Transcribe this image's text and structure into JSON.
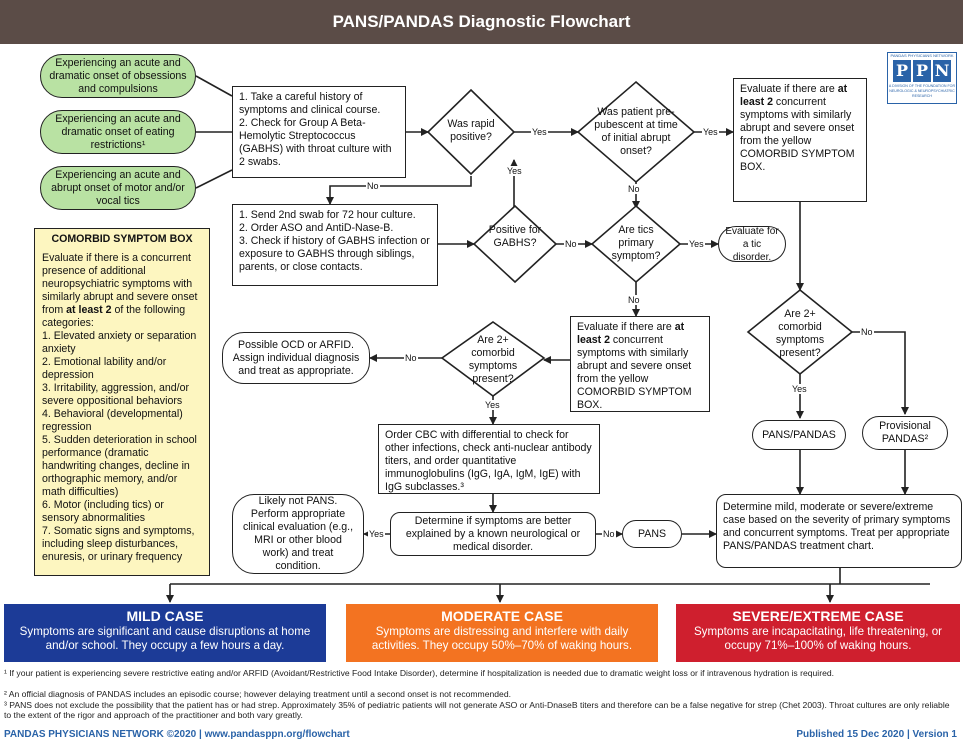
{
  "title": "PANS/PANDAS Diagnostic Flowchart",
  "logo": {
    "top_text": "PANDAS PHYSICIANS NETWORK",
    "letters": [
      "P",
      "P",
      "N"
    ],
    "sub_text": "A DIVISION OF THE FOUNDATION FOR NEUROLOGIC & NEUROPSYCHIATRIC RESEARCH"
  },
  "onset": {
    "ocd": "Experiencing an acute and dramatic onset of obsessions and compulsions",
    "eating": "Experiencing an acute and dramatic onset of eating restrictions¹",
    "tics": "Experiencing an acute and abrupt onset of motor and/or vocal tics"
  },
  "history_box": "1. Take a careful history of symptoms and clinical course.\n2. Check for Group A Beta-Hemolytic Streptococcus (GABHS) with throat culture with 2 swabs.",
  "rapid_positive": "Was rapid positive?",
  "prepubescent": "Was patient pre-pubescent at time of initial abrupt onset?",
  "evaluate_top": {
    "pre": "Evaluate if there are ",
    "bold": "at least 2",
    "post": " concurrent symptoms with similarly abrupt and severe onset from the yellow COMORBID SYMPTOM BOX."
  },
  "second_swab": "1. Send 2nd swab for 72 hour culture.\n2. Order ASO and AntiD-Nase-B.\n3. Check if history of GABHS infection or exposure to GABHS through siblings, parents, or close contacts.",
  "positive_gabhs": "Positive for GABHS?",
  "tics_primary": "Are tics primary symptom?",
  "tic_disorder": "Evaluate for a tic disorder.",
  "comorbid_right": "Are 2+ comorbid symptoms present?",
  "comorbid_box": {
    "heading": "COMORBID SYMPTOM BOX",
    "intro_pre": "Evaluate if there is a concurrent presence of additional neuropsychiatric symptoms with similarly abrupt and severe onset from ",
    "intro_bold": "at least 2",
    "intro_post": " of the following categories:",
    "items": [
      "1. Elevated anxiety or separation anxiety",
      "2. Emotional lability and/or depression",
      "3. Irritability, aggression, and/or severe oppositional behaviors",
      "4. Behavioral (developmental) regression",
      "5. Sudden deterioration in school performance (dramatic handwriting changes, decline in orthographic memory, and/or math difficulties)",
      "6. Motor (including tics) or sensory abnormalities",
      "7. Somatic signs and symptoms, including sleep disturbances, enuresis, or urinary frequency"
    ]
  },
  "ocd_arfid": "Possible OCD or ARFID. Assign individual diagnosis and treat as appropriate.",
  "comorbid_mid": "Are 2+ comorbid symptoms present?",
  "evaluate_mid": {
    "pre": "Evaluate if there are ",
    "bold": "at least 2",
    "post": " concurrent symptoms with similarly abrupt and severe onset from the yellow COMORBID SYMPTOM BOX."
  },
  "pans_pandas": "PANS/PANDAS",
  "provisional": "Provisional PANDAS²",
  "cbc_box": "Order CBC with differential to check for other infections, check anti-nuclear antibody titers, and order quantitative immunoglobulins (IgG, IgA, IgM, IgE) with IgG subclasses.³",
  "not_pans": "Likely not PANS. Perform appropriate clinical evaluation (e.g., MRI or other blood work) and treat condition.",
  "determine_explained": "Determine if symptoms are better explained by a known neurological or medical disorder.",
  "pans": "PANS",
  "determine_severity": "Determine mild, moderate or severe/extreme case based on the severity of primary symptoms and concurrent symptoms. Treat per appropriate PANS/PANDAS treatment chart.",
  "labels": {
    "yes": "Yes",
    "no": "No"
  },
  "cases": [
    {
      "heading": "MILD CASE",
      "desc": "Symptoms are significant and cause disruptions at home and/or school. They occupy a few hours a day.",
      "color": "#1c3b97"
    },
    {
      "heading": "MODERATE CASE",
      "desc": "Symptoms are distressing and interfere with daily activities. They occupy 50%–70% of waking hours.",
      "color": "#f37321"
    },
    {
      "heading": "SEVERE/EXTREME CASE",
      "desc": "Symptoms are incapacitating, life threatening, or occupy 71%–100% of waking hours.",
      "color": "#cf1f2e"
    }
  ],
  "footnotes": [
    "¹ If your patient is experiencing severe restrictive eating and/or ARFID (Avoidant/Restrictive Food Intake Disorder), determine if hospitalization is needed due to dramatic weight loss or if intravenous hydration is required.",
    "² An official diagnosis of PANDAS includes an episodic course; however delaying treatment until a second onset is not recommended.",
    "³ PANS does not exclude the possibility that the patient has or had strep. Approximately 35% of pediatric patients will not generate ASO or Anti-DnaseB titers and therefore can be a false negative for strep (Chet 2003). Throat cultures are only reliable to the extent of the rigor and approach of the practitioner and both vary greatly."
  ],
  "footer_left": "PANDAS PHYSICIANS NETWORK ©2020  |  www.pandasppn.org/flowchart",
  "footer_right": "Published 15 Dec 2020 | Version 1",
  "colors": {
    "title_bar": "#5b4c47",
    "green": "#b9e2a3",
    "yellow": "#fdf6c0",
    "footer_blue": "#2a63a8"
  }
}
